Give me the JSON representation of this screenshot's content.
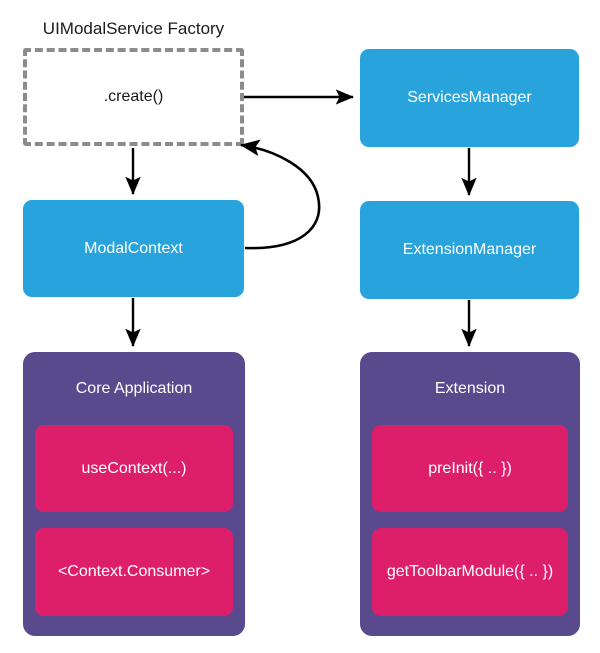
{
  "diagram": {
    "title_text": "UIModalService Factory",
    "factory": {
      "label": "UIModalService Factory",
      "body_label": ".create()"
    },
    "blue_nodes": [
      {
        "id": "services-manager",
        "label": "ServicesManager"
      },
      {
        "id": "modal-context",
        "label": "ModalContext"
      },
      {
        "id": "extension-manager",
        "label": "ExtensionManager"
      }
    ],
    "groups": [
      {
        "id": "core-application",
        "title": "Core Application",
        "items": [
          {
            "id": "use-context",
            "label": "useContext(...)"
          },
          {
            "id": "context-consumer",
            "label": "<Context.Consumer>"
          }
        ]
      },
      {
        "id": "extension",
        "title": "Extension",
        "items": [
          {
            "id": "pre-init",
            "label": "preInit({ .. })"
          },
          {
            "id": "get-toolbar-module",
            "label": "getToolbarModule({ .. })"
          }
        ]
      }
    ],
    "colors": {
      "blue": "#29a3db",
      "purple": "#594a8e",
      "pink": "#dd1f6b",
      "dashed_border": "#8c8c8c",
      "arrow": "#000000",
      "background": "#ffffff",
      "text_light": "#ffffff",
      "text_dark": "#1a1a1a"
    }
  }
}
